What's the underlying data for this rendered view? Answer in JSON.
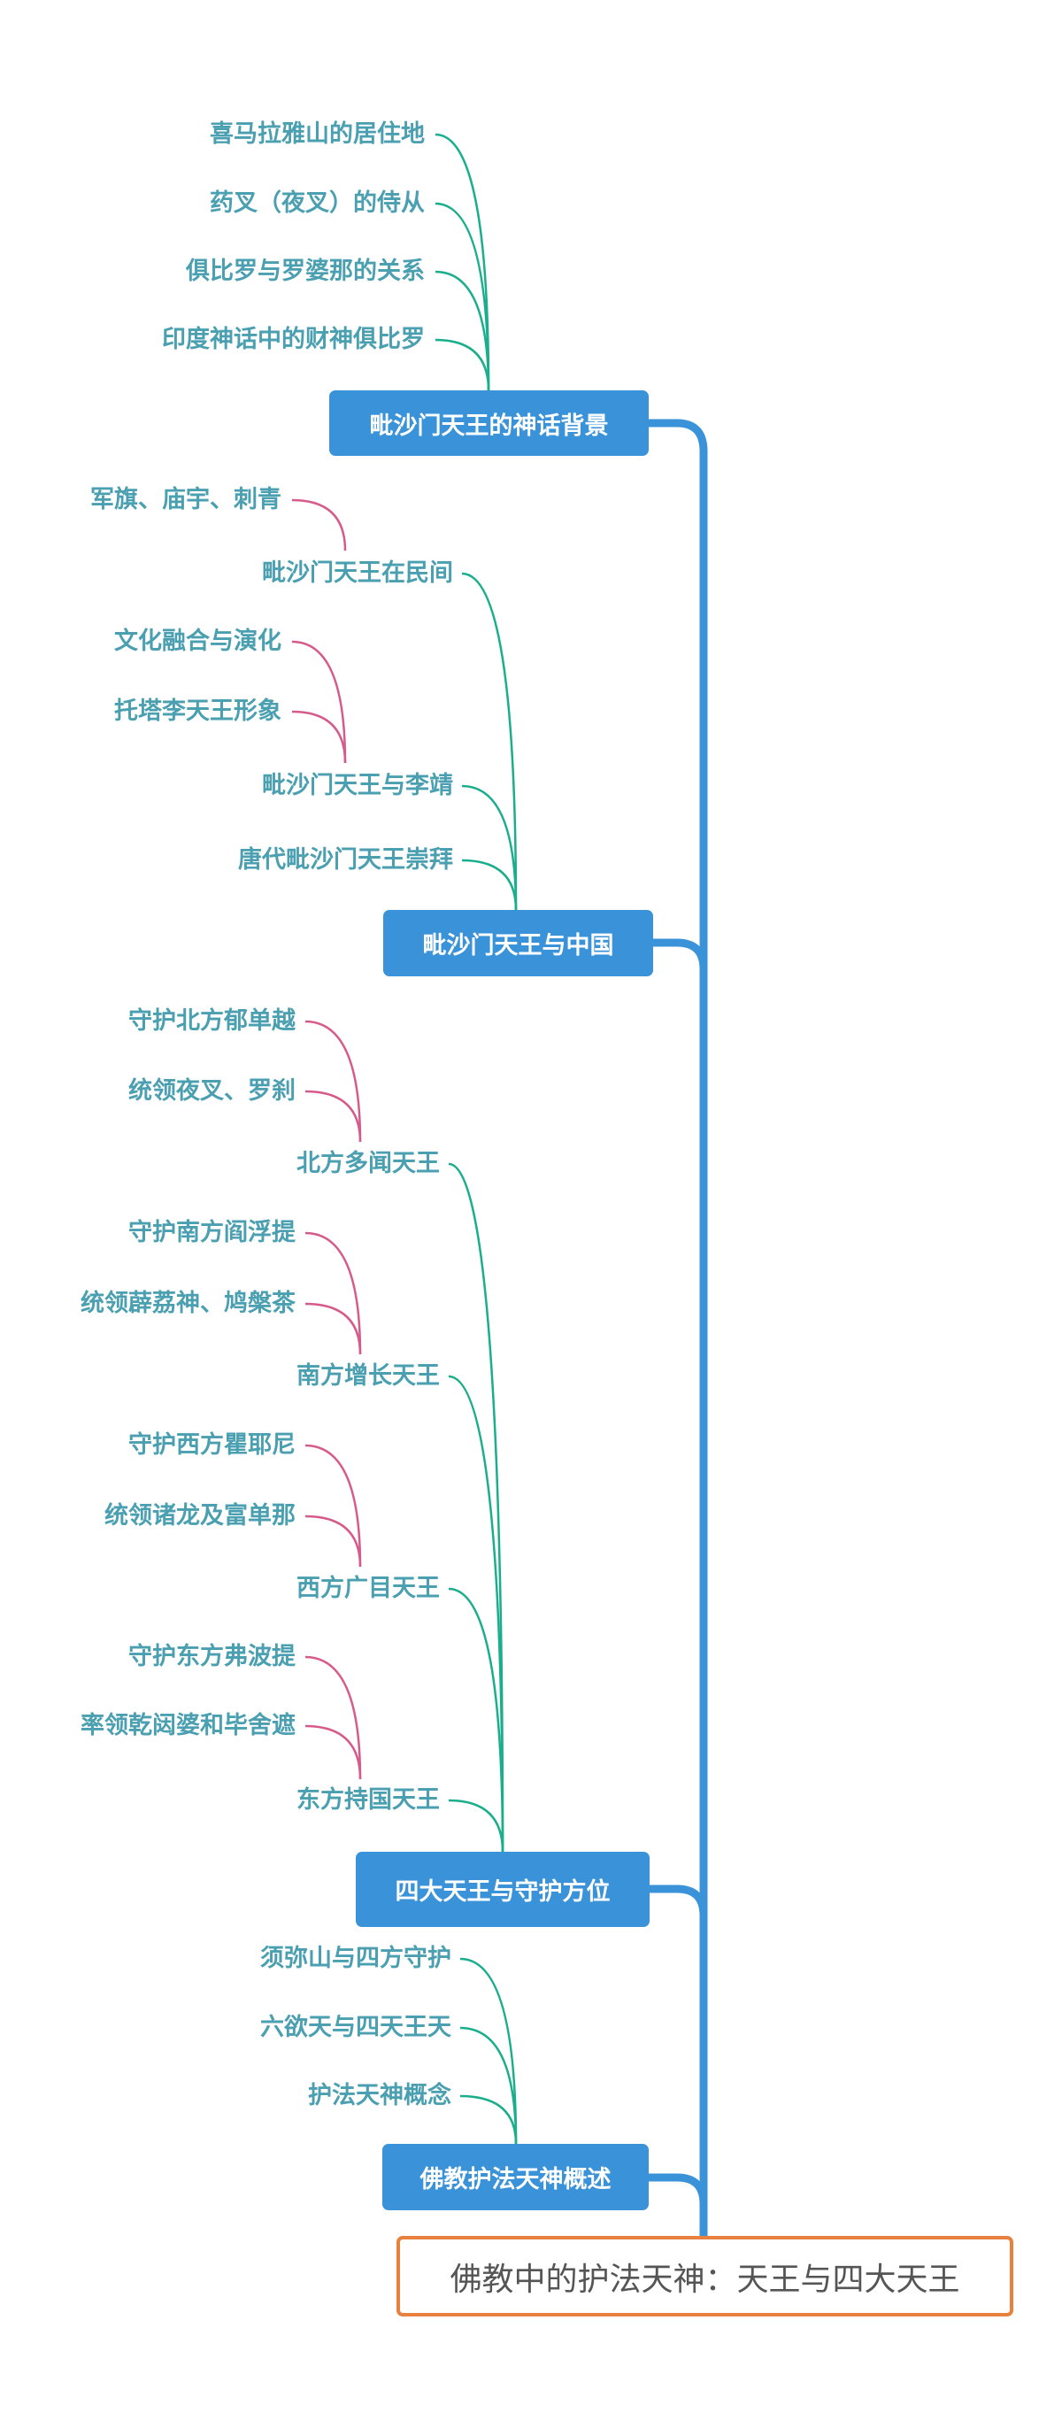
{
  "root": {
    "label": "佛教中的护法天神：天王与四大天王"
  },
  "colors": {
    "topic_fill": "#3a93d8",
    "trunk": "#3a93d8",
    "level2_link": "#1aae8c",
    "level3_link": "#d65a8a",
    "leaf_text": "#4a9fb0",
    "root_border": "#e8803e",
    "root_text": "#555555"
  },
  "branches": [
    {
      "label": "毗沙门天王的神话背景",
      "children": [
        {
          "label": "喜马拉雅山的居住地"
        },
        {
          "label": "药叉（夜叉）的侍从"
        },
        {
          "label": "俱比罗与罗婆那的关系"
        },
        {
          "label": "印度神话中的财神俱比罗"
        }
      ]
    },
    {
      "label": "毗沙门天王与中国",
      "children": [
        {
          "label": "毗沙门天王在民间",
          "children": [
            {
              "label": "军旗、庙宇、刺青"
            }
          ]
        },
        {
          "label": "毗沙门天王与李靖",
          "children": [
            {
              "label": "文化融合与演化"
            },
            {
              "label": "托塔李天王形象"
            }
          ]
        },
        {
          "label": "唐代毗沙门天王崇拜"
        }
      ]
    },
    {
      "label": "四大天王与守护方位",
      "children": [
        {
          "label": "北方多闻天王",
          "children": [
            {
              "label": "守护北方郁单越"
            },
            {
              "label": "统领夜叉、罗刹"
            }
          ]
        },
        {
          "label": "南方增长天王",
          "children": [
            {
              "label": "守护南方阎浮提"
            },
            {
              "label": "统领薜荔神、鸠槃茶"
            }
          ]
        },
        {
          "label": "西方广目天王",
          "children": [
            {
              "label": "守护西方瞿耶尼"
            },
            {
              "label": "统领诸龙及富单那"
            }
          ]
        },
        {
          "label": "东方持国天王",
          "children": [
            {
              "label": "守护东方弗波提"
            },
            {
              "label": "率领乾闼婆和毕舍遮"
            }
          ]
        }
      ]
    },
    {
      "label": "佛教护法天神概述",
      "children": [
        {
          "label": "须弥山与四方守护"
        },
        {
          "label": "六欲天与四天王天"
        },
        {
          "label": "护法天神概念"
        }
      ]
    }
  ]
}
